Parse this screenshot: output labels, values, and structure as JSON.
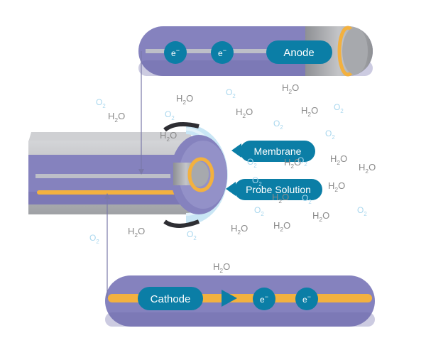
{
  "labels": {
    "anode": "Anode",
    "cathode": "Cathode",
    "membrane": "Membrane",
    "probe_solution": "Probe Solution"
  },
  "electron": {
    "symbol": "e",
    "charge": "−"
  },
  "water": {
    "base": "H",
    "sub": "2",
    "tail": "O",
    "count": 16
  },
  "oxygen": {
    "base": "O",
    "sub": "2",
    "count": 14
  },
  "colors": {
    "background": "#ffffff",
    "purple_tube": "#8582be",
    "purple_inner": "#6d69a8",
    "gray_casing": "#b9babd",
    "gray_dark": "#8e9094",
    "gold_wire": "#f3b13f",
    "teal_label": "#0b7ea6",
    "membrane_blue": "#c9e6f5",
    "arrow": "#7a78a8",
    "h2o_text": "#8a8a8a",
    "o2_text": "#a9d7ee"
  },
  "icons": [
    "electron-icon",
    "water-molecule-icon",
    "oxygen-molecule-icon",
    "flow-arrow-icon"
  ]
}
